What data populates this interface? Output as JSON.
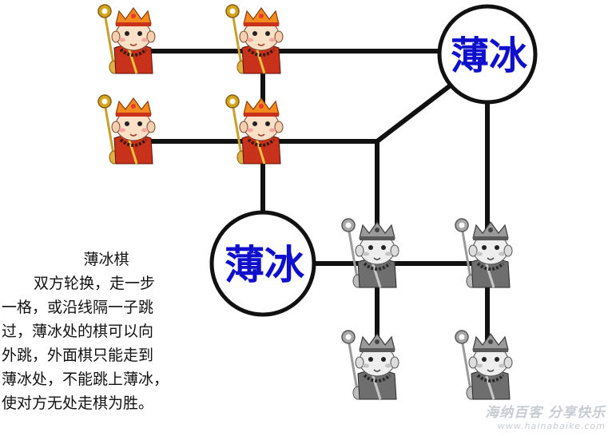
{
  "nodes": {
    "ice_label": "薄冰",
    "ice_top": {
      "label": "薄冰"
    },
    "ice_mid": {
      "label": "薄冰"
    }
  },
  "pieces": {
    "red_team": {
      "color": "#c83a1a",
      "count": 4
    },
    "gray_team": {
      "color": "#8a8a8a",
      "count": 4
    }
  },
  "colors": {
    "line": "#111111",
    "ice_text": "#1010cc"
  },
  "rules": {
    "title": "薄冰棋",
    "lines": [
      "双方轮换，走一步",
      "一格，或沿线隔一子跳",
      "过，薄冰处的棋可以向",
      "外跳，外面棋只能走到",
      "薄冰处，不能跳上薄冰，",
      "使对方无处走棋为胜。"
    ]
  },
  "watermark": {
    "chinese": "海纳百客 分享快乐",
    "url": "www.hainabaike.com"
  }
}
